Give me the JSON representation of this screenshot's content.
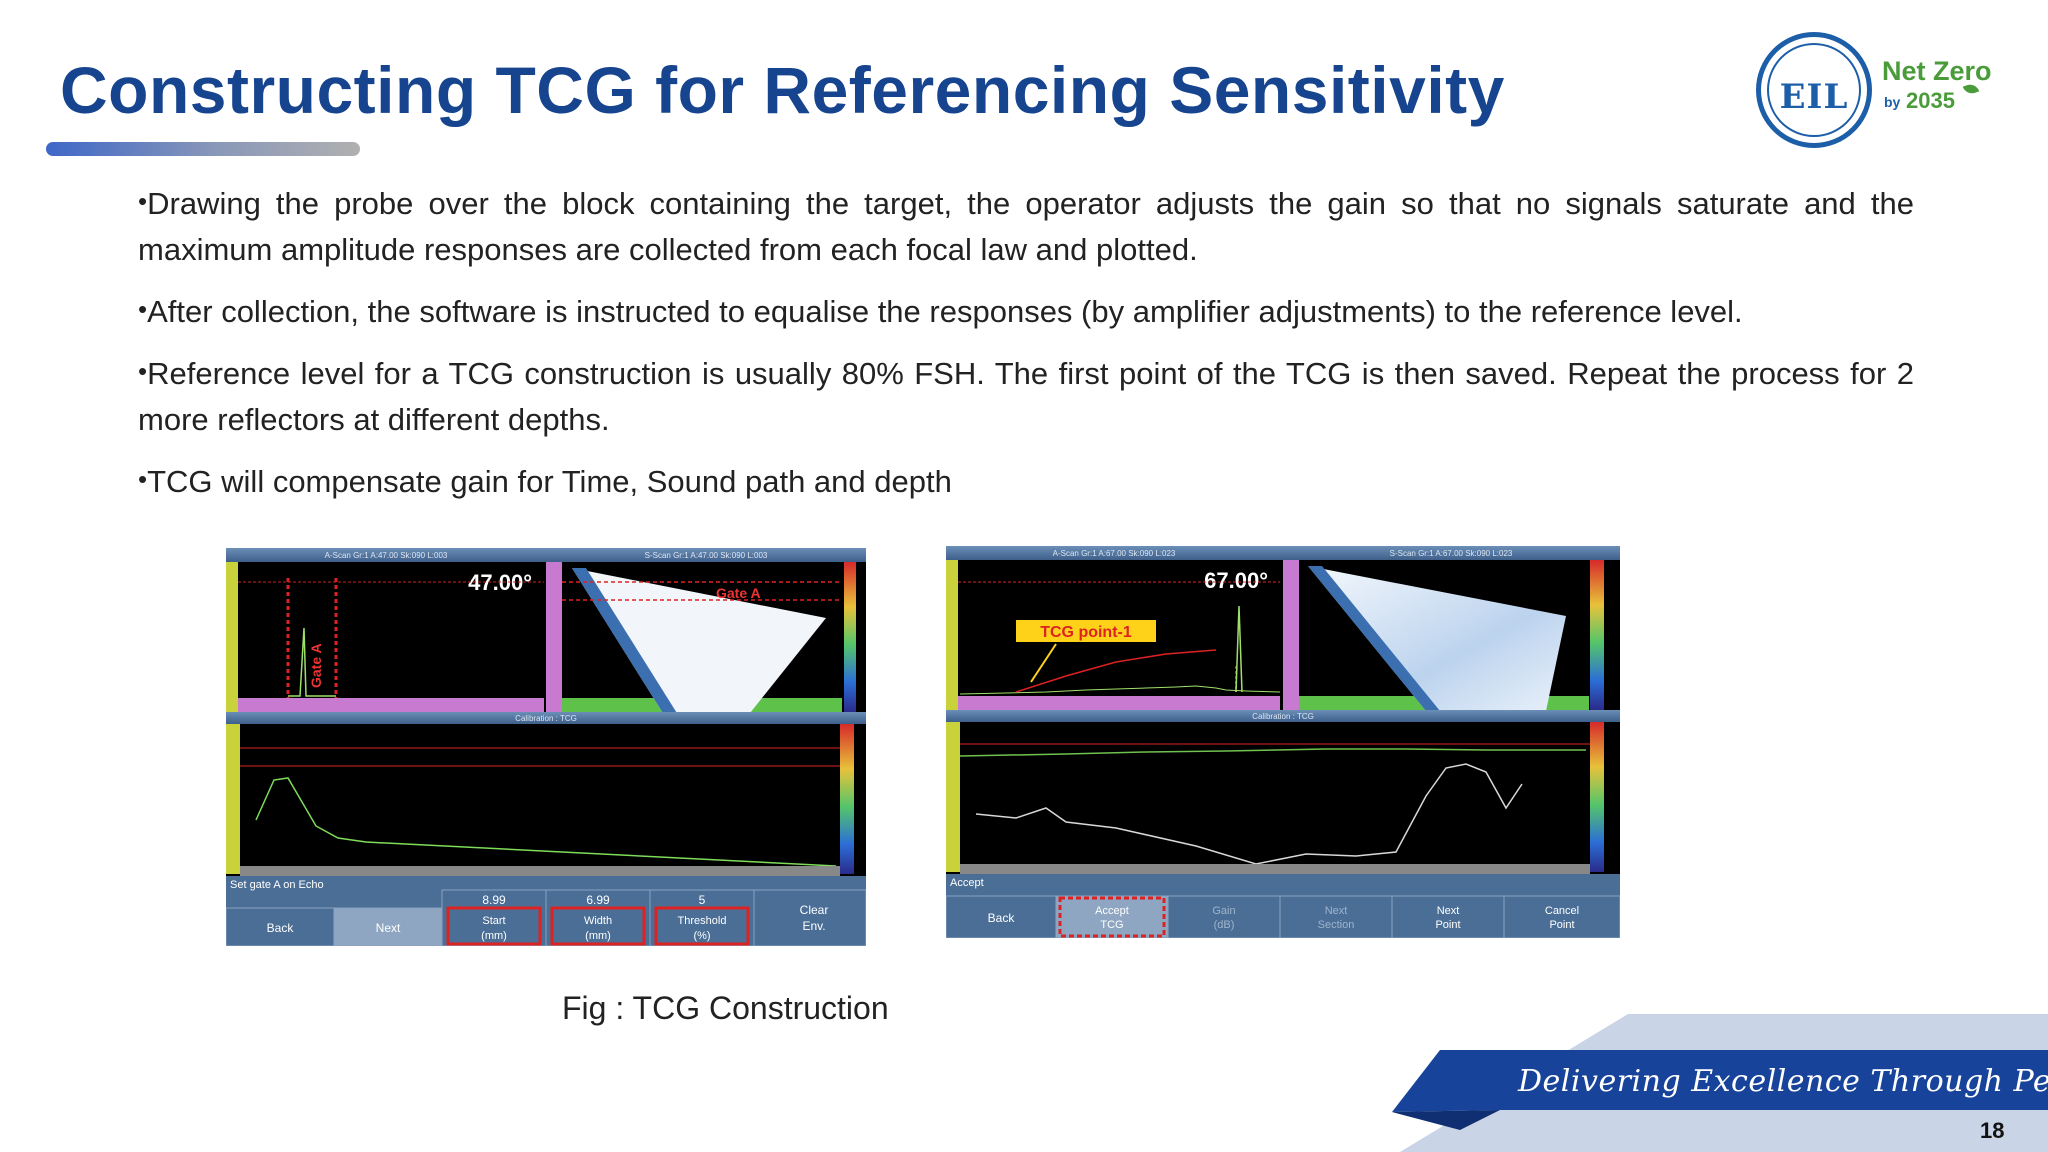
{
  "title": "Constructing TCG for Referencing Sensitivity",
  "logo": {
    "org": "EIL",
    "badge_line1": "Net Zero",
    "badge_by": "by",
    "badge_year": "2035"
  },
  "bullets": [
    "Drawing the probe over the block containing the target, the operator adjusts the  gain so that no signals saturate and the maximum amplitude responses  are  collected from each focal law and plotted.",
    "After collection, the software is instructed to equalise the responses (by amplifier  adjustments) to the reference level.",
    "Reference  level  for  a  TCG  construction  is  usually  80%  FSH.  The  first  point  of  the  TCG is then saved. Repeat the process for 2 more reflectors at different depths.",
    "TCG will compensate gain for Time, Sound path and depth"
  ],
  "figure_left": {
    "ascan_header": "A-Scan Gr:1 A:47.00 Sk:090 L:003",
    "sscan_header": "S-Scan Gr:1 A:47.00 Sk:090 L:003",
    "angle": "47.00°",
    "gate_a_label": "Gate A",
    "gate_a_vertical": "Gate A",
    "calib_header": "Calibration : TCG",
    "controls": {
      "set_gate": "Set gate A on Echo",
      "back": "Back",
      "next": "Next",
      "start_value": "8.99",
      "start_label": "Start",
      "start_unit": "(mm)",
      "width_value": "6.99",
      "width_label": "Width",
      "width_unit": "(mm)",
      "threshold_value": "5",
      "threshold_label": "Threshold",
      "threshold_unit": "(%)",
      "clear_env": "Clear",
      "clear_env2": "Env."
    }
  },
  "figure_right": {
    "ascan_header": "A-Scan Gr:1 A:67.00 Sk:090 L:023",
    "sscan_header": "S-Scan Gr:1 A:67.00 Sk:090 L:023",
    "angle": "67.00°",
    "tcg_point_label": "TCG point-1",
    "calib_header": "Calibration : TCG",
    "controls": {
      "accept": "Accept",
      "back": "Back",
      "accept_tcg": "Accept",
      "accept_tcg2": "TCG",
      "gain": "Gain",
      "gain_unit": "(dB)",
      "next_section": "Next",
      "next_section2": "Section",
      "next_point": "Next",
      "next_point2": "Point",
      "cancel_point": "Cancel",
      "cancel_point2": "Point"
    }
  },
  "caption": "Fig : TCG  Construction",
  "footer": {
    "tagline": "Delivering Excellence Through People",
    "page": "18"
  },
  "colors": {
    "title": "#16448f",
    "footer_blue": "#17449a",
    "footer_light": "#c9d4e6",
    "green": "#4a9b3a"
  }
}
